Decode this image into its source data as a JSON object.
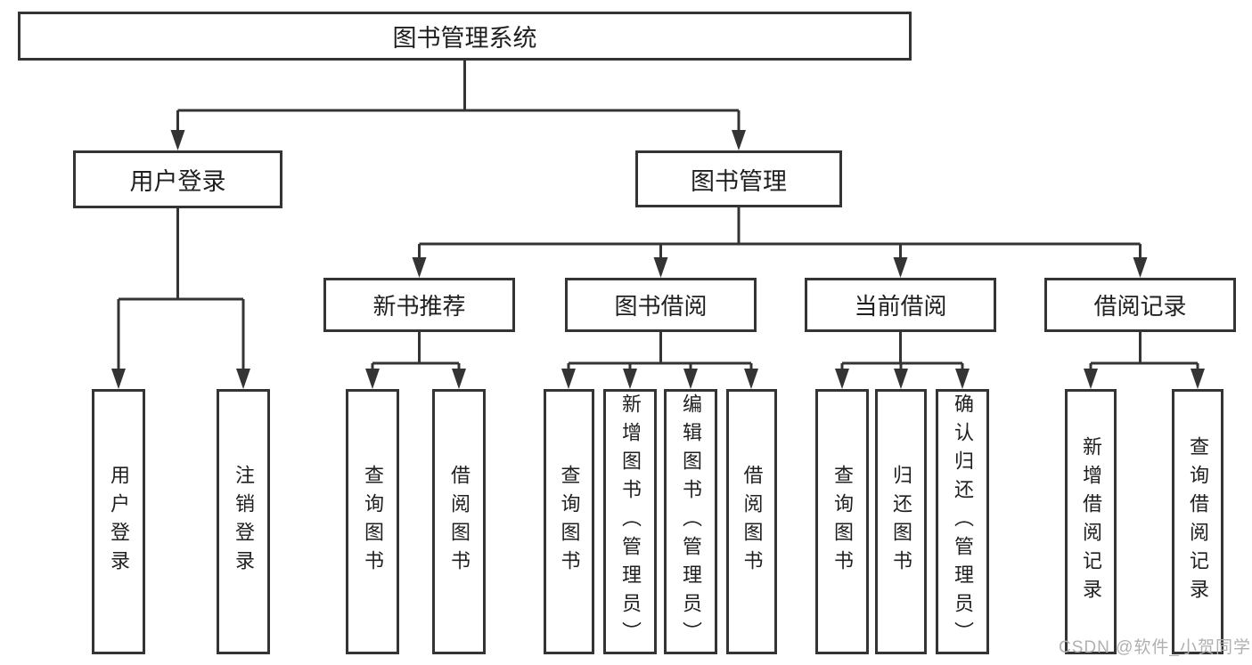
{
  "tree": {
    "label": "图书管理系统",
    "children": [
      {
        "label": "用户登录",
        "children": [
          {
            "label": "用户登录"
          },
          {
            "label": "注销登录"
          }
        ]
      },
      {
        "label": "图书管理",
        "children": [
          {
            "label": "新书推荐",
            "children": [
              {
                "label": "查询图书"
              },
              {
                "label": "借阅图书"
              }
            ]
          },
          {
            "label": "图书借阅",
            "children": [
              {
                "label": "查询图书"
              },
              {
                "label": "新增图书（管理员）"
              },
              {
                "label": "编辑图书（管理员）"
              },
              {
                "label": "借阅图书"
              }
            ]
          },
          {
            "label": "当前借阅",
            "children": [
              {
                "label": "查询图书"
              },
              {
                "label": "归还图书"
              },
              {
                "label": "确认归还（管理员）"
              }
            ]
          },
          {
            "label": "借阅记录",
            "children": [
              {
                "label": "新增借阅记录"
              },
              {
                "label": "查询借阅记录"
              }
            ]
          }
        ]
      }
    ]
  },
  "watermark": "CSDN @软件_小贺同学",
  "colors": {
    "line": "#343434",
    "text": "#1f1f1f",
    "watermark": "#b0b0b0",
    "background": "#ffffff"
  }
}
